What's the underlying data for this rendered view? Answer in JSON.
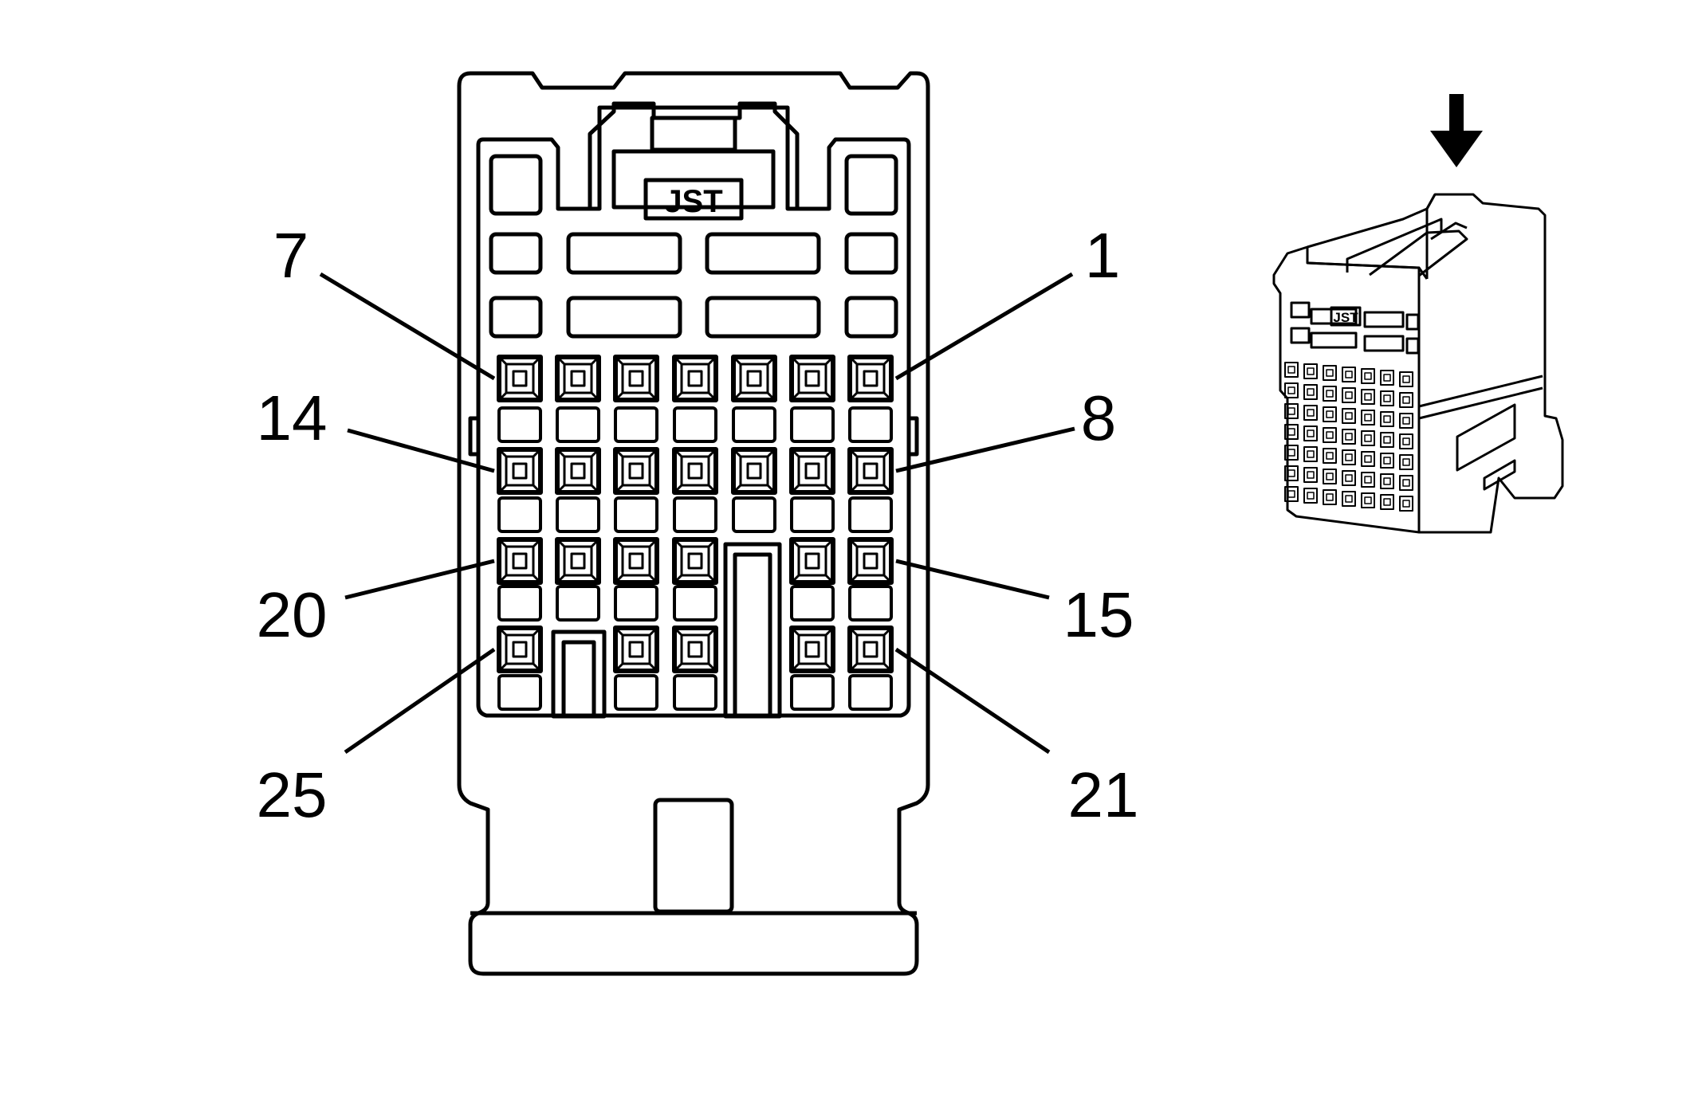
{
  "diagram": {
    "brand": "JST",
    "pin_labels": {
      "top_left": "7",
      "top_right": "1",
      "row2_left": "14",
      "row2_right": "8",
      "row3_left": "20",
      "row3_right": "15",
      "row4_left": "25",
      "row4_right": "21"
    }
  },
  "icons": {
    "view_arrow": "arrow-down-icon"
  }
}
